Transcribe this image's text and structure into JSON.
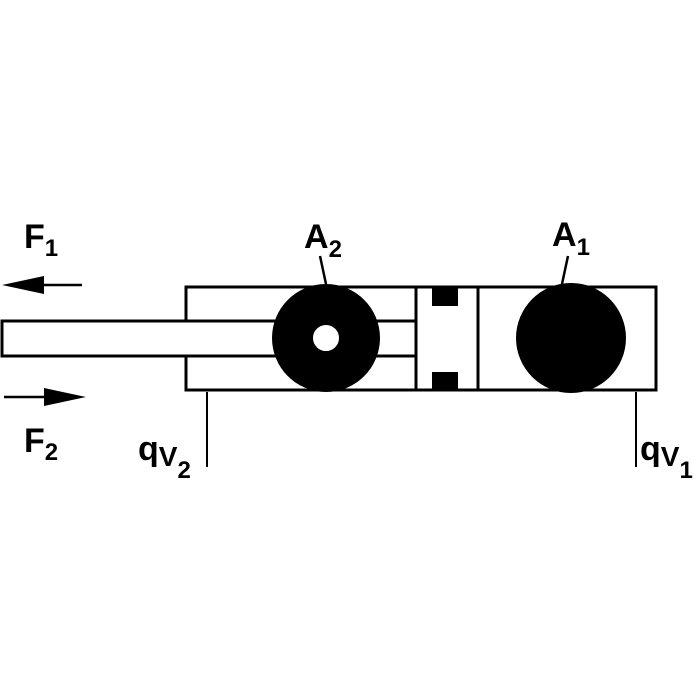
{
  "labels": {
    "f1": {
      "main": "F",
      "sub": "1"
    },
    "f2": {
      "main": "F",
      "sub": "2"
    },
    "a2": {
      "main": "A",
      "sub": "2"
    },
    "a1": {
      "main": "A",
      "sub": "1"
    },
    "qv2": {
      "main": "q",
      "mid": "V",
      "sub": "2"
    },
    "qv1": {
      "main": "q",
      "mid": "V",
      "sub": "1"
    }
  },
  "colors": {
    "ink": "#000000",
    "background": "#ffffff"
  }
}
